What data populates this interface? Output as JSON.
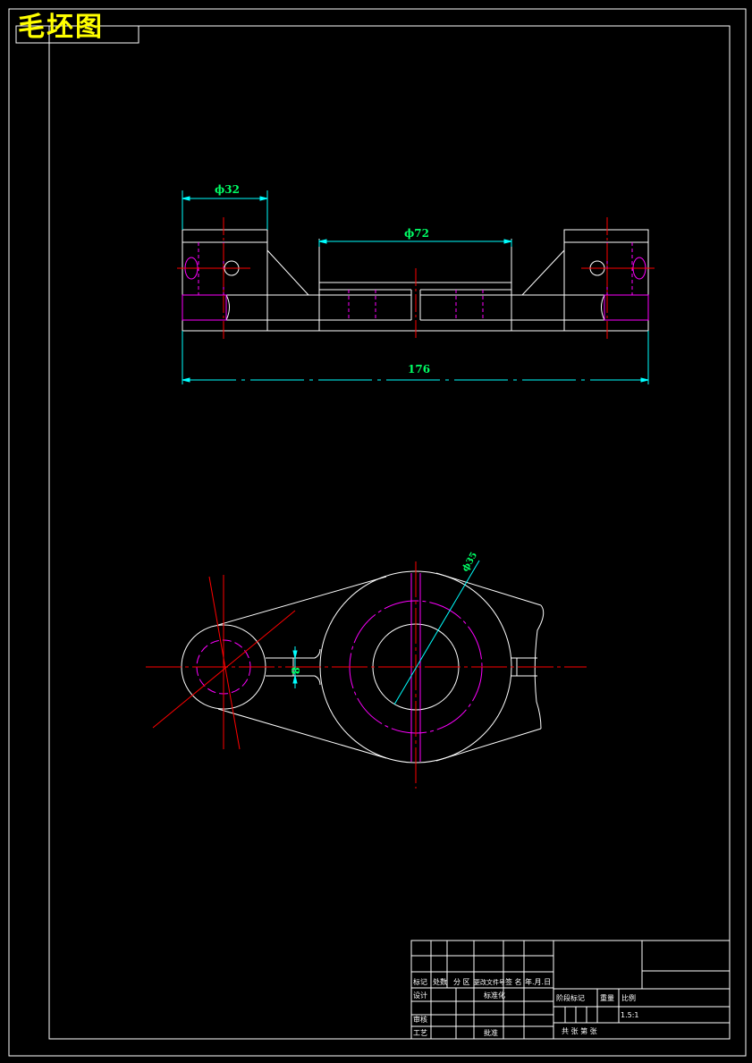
{
  "drawing": {
    "title": "毛坯图",
    "dimensions": {
      "dia32": "ϕ32",
      "dia72": "ϕ72",
      "length176": "176",
      "width8": "8",
      "diaLarge": "ϕ35"
    }
  },
  "title_block": {
    "row_mark": [
      "标记",
      "处数",
      "分 区",
      "更改文件号",
      "签 名",
      "年.月.日"
    ],
    "design": "设计",
    "standardize": "标准化",
    "stage_mark": "阶段标记",
    "weight": "重量",
    "scale_label": "比例",
    "scale_value": "1.5:1",
    "review": "审核",
    "process": "工艺",
    "approve": "批准",
    "sheets": "共   张 第   张"
  },
  "colors": {
    "outline": "#ffffff",
    "center": "#ff0000",
    "hidden": "#ff00ff",
    "dimension": "#00ffff",
    "text": "#00ff66",
    "title": "#ffff00"
  }
}
